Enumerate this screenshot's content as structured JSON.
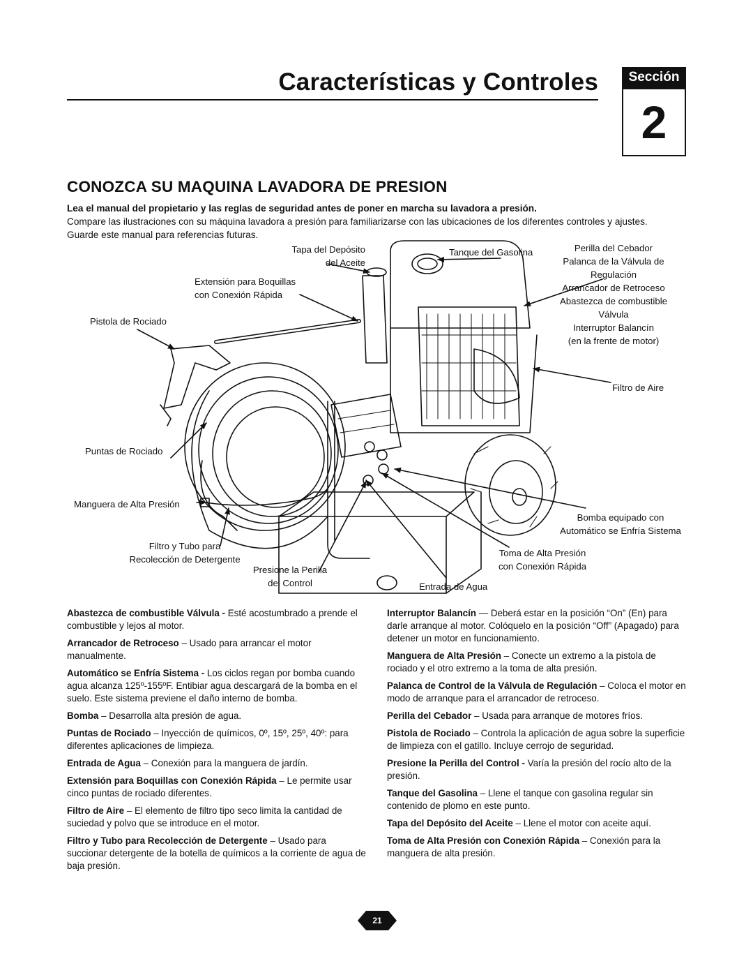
{
  "header": {
    "title": "Características y Controles",
    "section_label": "Sección",
    "section_number": "2"
  },
  "intro": {
    "heading": "CONOZCA SU MAQUINA LAVADORA DE PRESION",
    "bold_line": "Lea el manual del propietario y las reglas de seguridad antes de poner en marcha su lavadora a presión.",
    "line2": "Compare las ilustraciones con su máquina lavadora a presión para familiarizarse con las ubicaciones de los diferentes controles y ajustes.",
    "line3": "Guarde este manual para referencias futuras."
  },
  "callouts": {
    "tapa_l1": "Tapa del Depósito",
    "tapa_l2": "del Aceite",
    "tanque": "Tanque del Gasolina",
    "ext_l1": "Extensión para Boquillas",
    "ext_l2": "con Conexión Rápida",
    "pistola": "Pistola de Rociado",
    "right_group": [
      "Perilla del Cebador",
      "Palanca de la Válvula de",
      "Regulación",
      "Arrancador de Retroceso",
      "Abastezca de combustible",
      "Válvula",
      "Interruptor Balancín",
      "(en la frente de motor)"
    ],
    "filtro_aire": "Filtro de Aire",
    "puntas": "Puntas de Rociado",
    "manguera": "Manguera de Alta Presión",
    "bomba_l1": "Bomba equipado con",
    "bomba_l2": "Automático se Enfría Sistema",
    "filtro_tubo_l1": "Filtro y Tubo para",
    "filtro_tubo_l2": "Recolección de Detergente",
    "toma_l1": "Toma de Alta Presión",
    "toma_l2": "con Conexión Rápida",
    "presione_l1": "Presione la Perilla",
    "presione_l2": "del Control",
    "entrada": "Entrada de Agua"
  },
  "left_items": [
    {
      "term": "Abastezca de combustible Válvula -",
      "text": " Esté acostumbrado a prende el combustible y lejos al motor."
    },
    {
      "term": "Arrancador de Retroceso",
      "text": " – Usado para arrancar el motor manualmente."
    },
    {
      "term": "Automático se Enfría Sistema -",
      "text": " Los ciclos regan por bomba cuando agua alcanza 125º-155ºF. Entibiar agua descargará de la bomba en el suelo. Este sistema previene el daño interno de bomba."
    },
    {
      "term": "Bomba",
      "text": " – Desarrolla alta presión de agua."
    },
    {
      "term": "Puntas de Rociado",
      "text": " – Inyección de químicos, 0º, 15º, 25º, 40º: para diferentes aplicaciones de limpieza."
    },
    {
      "term": "Entrada de Agua",
      "text": " – Conexión para la manguera de jardín."
    },
    {
      "term": "Extensión para Boquillas con Conexión Rápida",
      "text": " – Le permite usar cinco puntas de rociado diferentes."
    },
    {
      "term": "Filtro de Aire",
      "text": " – El elemento de filtro tipo seco limita la cantidad de suciedad y polvo que se introduce en el motor."
    },
    {
      "term": "Filtro y Tubo para Recolección de Detergente",
      "text": " – Usado para succionar detergente de la botella de químicos a la corriente de agua de baja presión."
    }
  ],
  "right_items": [
    {
      "term": "Interruptor Balancín",
      "text": " — Deberá estar en la posición “On” (En) para darle arranque al motor. Colóquelo en la posición “Off” (Apagado) para detener un motor en funcionamiento."
    },
    {
      "term": "Manguera de Alta Presión",
      "text": " – Conecte un extremo a la pistola de rociado y el otro extremo a la toma de alta presión."
    },
    {
      "term": "Palanca de Control de la Válvula de Regulación",
      "text": " – Coloca el motor en modo de arranque para el arrancador de retroceso."
    },
    {
      "term": "Perilla del Cebador",
      "text": " – Usada para arranque de motores fríos."
    },
    {
      "term": "Pistola de Rociado",
      "text": " – Controla la aplicación de agua sobre la superficie de limpieza con el gatillo. Incluye cerrojo de seguridad."
    },
    {
      "term": "Presione la Perilla del Control -",
      "text": " Varía la presión del rocío alto de la presión."
    },
    {
      "term": "Tanque del Gasolina",
      "text": " – Llene el tanque con gasolina regular sin contenido de plomo en este punto."
    },
    {
      "term": "Tapa del Depósito del Aceite",
      "text": " – Llene el motor con aceite aquí."
    },
    {
      "term": "Toma de Alta Presión con Conexión Rápida",
      "text": " – Conexión para la manguera de alta presión."
    }
  ],
  "footer": {
    "page_number": "21"
  }
}
